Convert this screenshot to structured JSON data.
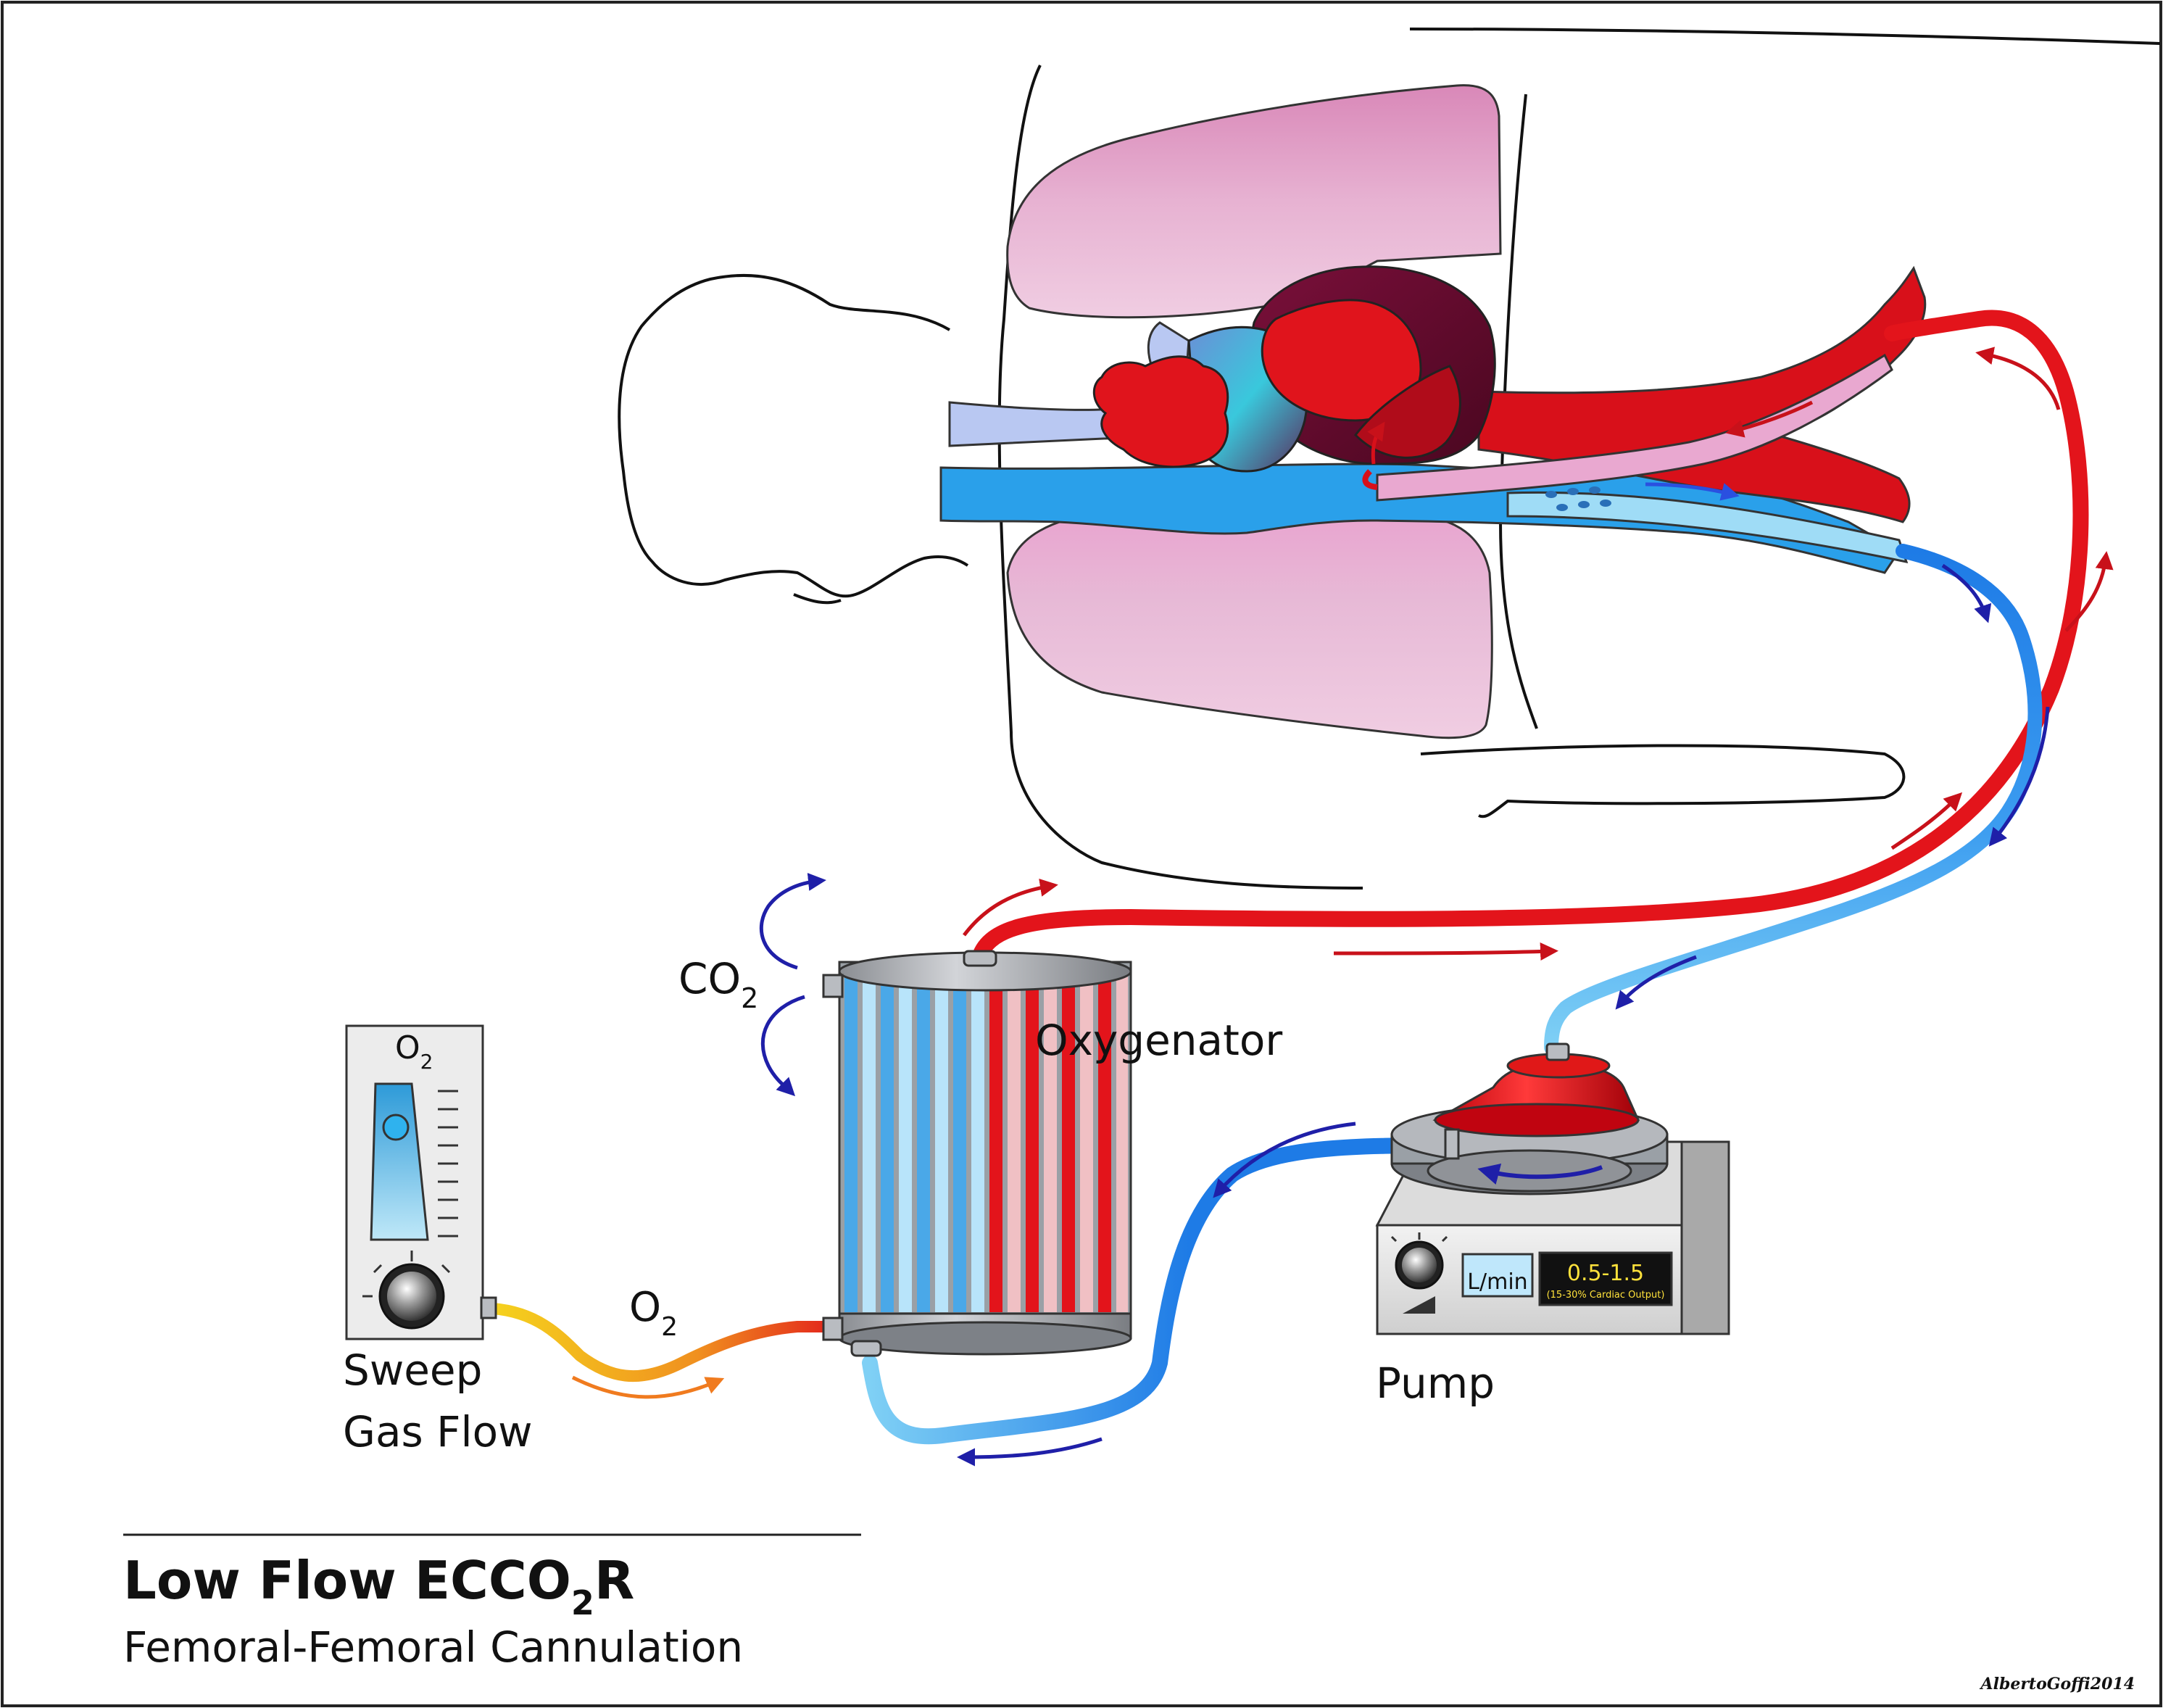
{
  "title": {
    "main": "Low Flow ECCO",
    "sub_digit": "2",
    "main_suffix": "R",
    "subtitle": "Femoral-Femoral Cannulation"
  },
  "labels": {
    "co2": {
      "base": "CO",
      "sub": "2"
    },
    "oxygenator": "Oxygenator",
    "pump": "Pump",
    "o2_tube": {
      "base": "O",
      "sub": "2"
    },
    "o2_flowmeter": {
      "base": "O",
      "sub": "2"
    },
    "sweep_line1": "Sweep",
    "sweep_line2": "Gas Flow"
  },
  "pump_display": {
    "unit": "L/min",
    "value": "0.5-1.5",
    "note": "(15-30% Cardiac Output)"
  },
  "signature": "AlbertoGoffi2014",
  "colors": {
    "arterial_red": "#e3141b",
    "venous_blue": "#1e7be6",
    "light_blue": "#7fd0f5",
    "lung_pink": "#e2a6cb",
    "gas_yellow": "#f5d21e",
    "gas_orange": "#f07b1f",
    "arrow_dark_blue": "#1f1fa8",
    "display_text": "#ffe23b"
  },
  "icons": [
    "flow-arrow-icon",
    "control-knob-icon",
    "float-ball-icon"
  ]
}
